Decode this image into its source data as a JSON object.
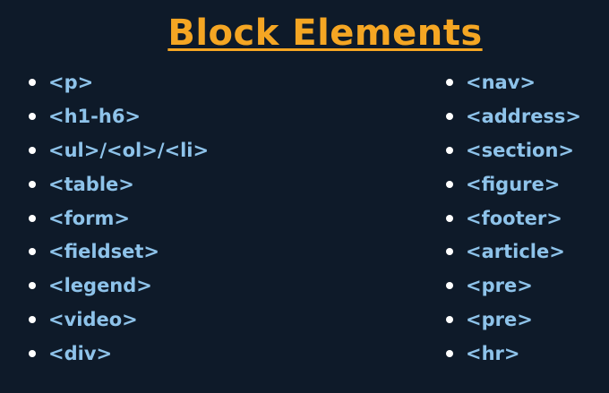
{
  "title": "Block Elements",
  "colors": {
    "background": "#0e1a29",
    "title": "#f5a623",
    "item_text": "#8ec3ea",
    "bullet": "#ffffff"
  },
  "left_items": [
    "<p>",
    "<h1-h6>",
    "<ul>/<ol>/<li>",
    "<table>",
    "<form>",
    "<fieldset>",
    "<legend>",
    "<video>",
    "<div>"
  ],
  "right_items": [
    "<nav>",
    "<address>",
    "<section>",
    "<figure>",
    "<footer>",
    "<article>",
    "<pre>",
    "<pre>",
    "<hr>"
  ]
}
